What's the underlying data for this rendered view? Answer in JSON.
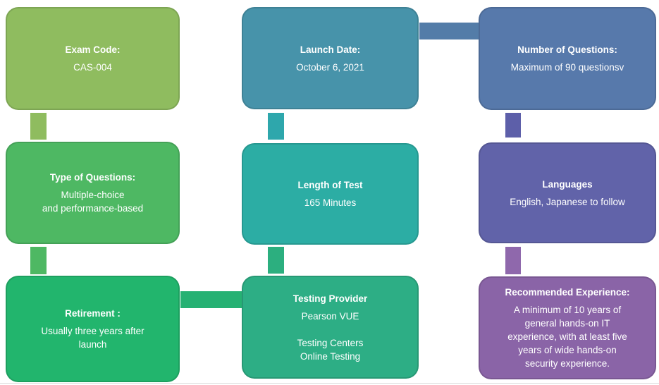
{
  "diagram": {
    "subject": "CompTIA CASP+ CAS-004 exam details infographic",
    "boxes": [
      {
        "name": "exam-code",
        "title": "Exam Code:",
        "lines": [
          "CAS-004"
        ],
        "color": "#8fbc5f"
      },
      {
        "name": "type-of-questions",
        "title": "Type of Questions:",
        "lines": [
          "Multiple-choice",
          "and performance-based"
        ],
        "color": "#4eb863"
      },
      {
        "name": "retirement",
        "title": "Retirement :",
        "lines": [
          "Usually three years after",
          "launch"
        ],
        "color": "#22b56d"
      },
      {
        "name": "launch-date",
        "title": "Launch Date:",
        "lines": [
          "October 6, 2021"
        ],
        "color": "#4793aa"
      },
      {
        "name": "length-of-test",
        "title": "Length of Test",
        "lines": [
          "165 Minutes"
        ],
        "color": "#2cada4"
      },
      {
        "name": "testing-provider",
        "title": "Testing Provider",
        "lines": [
          "Pearson VUE",
          "",
          "Testing Centers",
          "Online Testing"
        ],
        "color": "#2dae85"
      },
      {
        "name": "number-of-questions",
        "title": "Number of Questions:",
        "lines": [
          "Maximum of 90 questionsv"
        ],
        "color": "#5779ab"
      },
      {
        "name": "languages",
        "title": "Languages",
        "lines": [
          "English, Japanese to follow"
        ],
        "color": "#6163a9"
      },
      {
        "name": "recommended-experience",
        "title": "Recommended Experience:",
        "lines": [
          "A minimum of 10 years of",
          "general hands-on IT",
          "experience, with at least five",
          "years of wide hands-on",
          "security experience."
        ],
        "color": "#8a64a7"
      }
    ],
    "connectors": {
      "col1_top": "#8fbc5f",
      "col1_bottom": "#4eb863",
      "col2_top": "#2ea7ac",
      "col2_bottom": "#2caf7f",
      "col3_top": "#5d5fa9",
      "col3_bottom": "#8f68ac",
      "row1_horizontal": "#537ca8",
      "row3_horizontal": "#26b173"
    }
  }
}
